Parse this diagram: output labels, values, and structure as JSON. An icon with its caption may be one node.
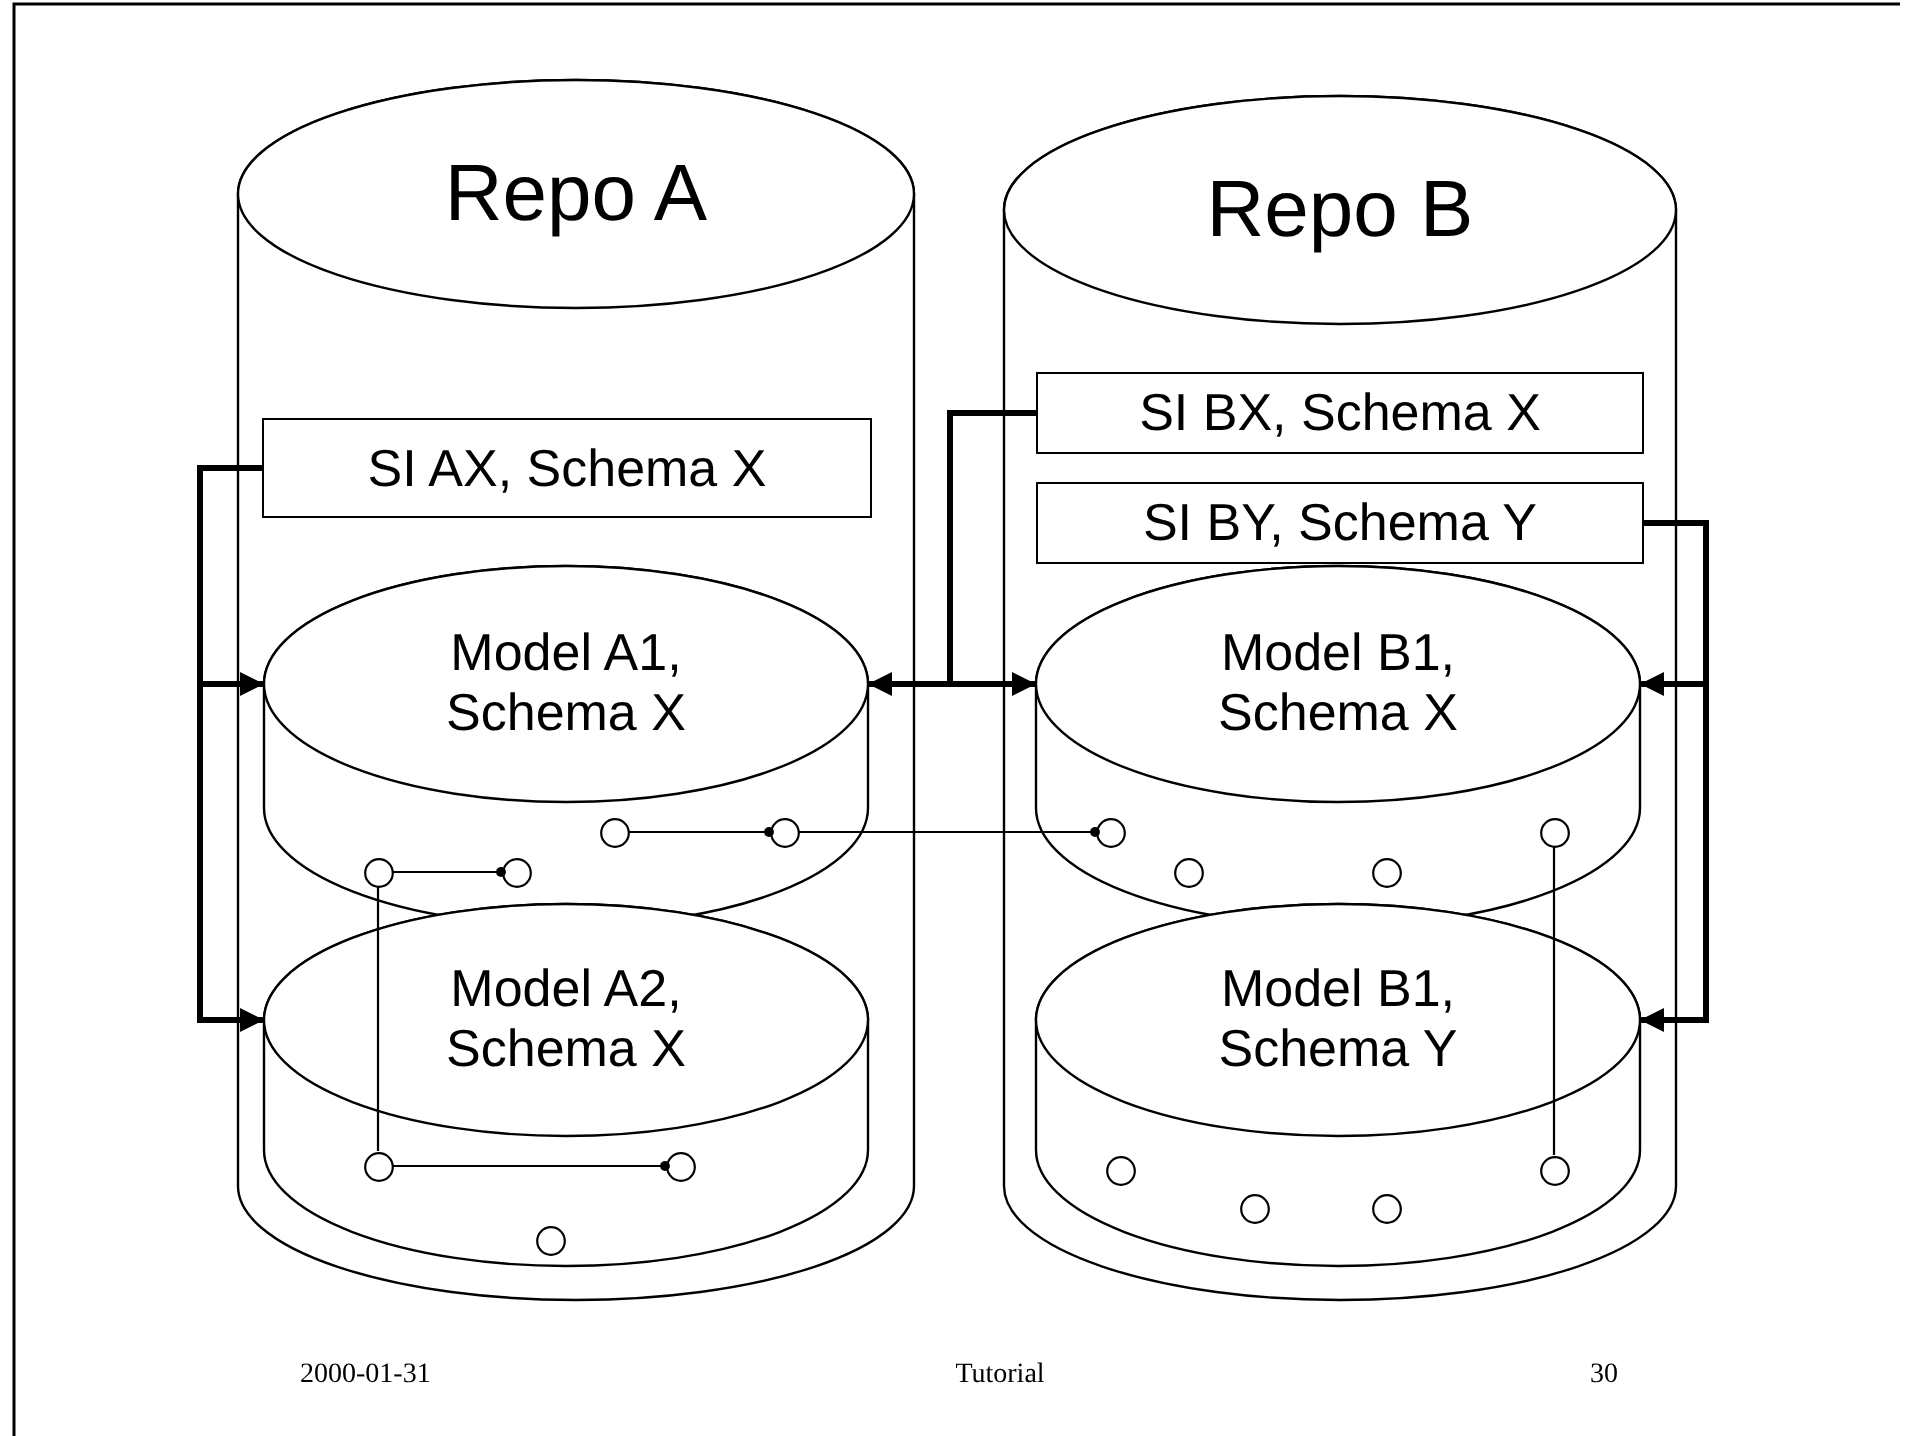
{
  "diagram": {
    "nodes": [
      {
        "text": [
          "Repo A"
        ]
      },
      {
        "text": [
          "SI AX, Schema X"
        ],
        "in": 0
      },
      {
        "text": [
          "Model A1, Schema X"
        ],
        "in": 0
      },
      {
        "text": [
          "Model A2, Schema X"
        ],
        "in": 0
      },
      {
        "text": [
          "Repo B"
        ]
      },
      {
        "text": [
          "SI BX, Schema X"
        ],
        "in": 4
      },
      {
        "text": [
          "SI BY, Schema Y"
        ],
        "in": 4
      },
      {
        "text": [
          "Model B1, Schema X"
        ],
        "in": 4
      },
      {
        "text": [
          "Model B1, Schema Y"
        ],
        "in": 4
      },
      {
        "text": [],
        "shape": "circle",
        "in": 2
      },
      {
        "text": [],
        "shape": "circle",
        "in": 2
      },
      {
        "text": [],
        "shape": "circle",
        "in": 2
      },
      {
        "text": [],
        "shape": "circle",
        "in": 2
      },
      {
        "text": [],
        "shape": "circle",
        "in": 3
      },
      {
        "text": [],
        "shape": "circle",
        "in": 3
      },
      {
        "text": [],
        "shape": "circle",
        "in": 3
      },
      {
        "text": [],
        "shape": "circle",
        "in": 7
      },
      {
        "text": [],
        "shape": "circle",
        "in": 7
      },
      {
        "text": [],
        "shape": "circle",
        "in": 7
      },
      {
        "text": [],
        "shape": "circle",
        "in": 7
      },
      {
        "text": [],
        "shape": "circle",
        "in": 8
      },
      {
        "text": [],
        "shape": "circle",
        "in": 8
      },
      {
        "text": [],
        "shape": "circle",
        "in": 8
      },
      {
        "text": [],
        "shape": "circle",
        "in": 8
      }
    ],
    "edges": [
      {
        "from": 1,
        "to": 2,
        "arrow": "to",
        "style": "thick"
      },
      {
        "from": 1,
        "to": 3,
        "arrow": "to",
        "style": "thick"
      },
      {
        "from": 5,
        "to": 2,
        "arrow": "to",
        "style": "thick"
      },
      {
        "from": 5,
        "to": 7,
        "arrow": "to",
        "style": "thick"
      },
      {
        "from": 6,
        "to": 7,
        "arrow": "to",
        "style": "thick"
      },
      {
        "from": 6,
        "to": 8,
        "arrow": "to",
        "style": "thick"
      },
      {
        "from": 9,
        "to": 10,
        "arrow": "other"
      },
      {
        "from": 10,
        "to": 16,
        "arrow": "other"
      },
      {
        "from": 11,
        "to": 12,
        "arrow": "other"
      },
      {
        "from": 11,
        "to": 13,
        "arrow": "none"
      },
      {
        "from": 13,
        "to": 14,
        "arrow": "other"
      },
      {
        "from": 19,
        "to": 23,
        "arrow": "none"
      }
    ],
    "labels": [
      "2000-01-31",
      "Tutorial",
      "30"
    ]
  }
}
